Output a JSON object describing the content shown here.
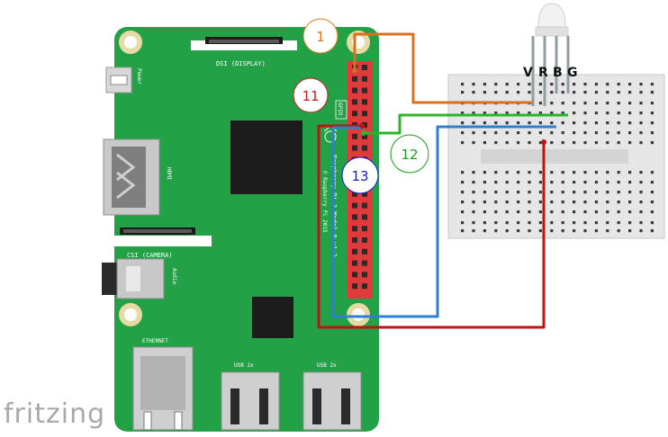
{
  "brand": "fritzing",
  "board": {
    "name": "Raspberry Pi 3 Model B v1.2",
    "copyright": "© Raspberry Pi 2015",
    "labels": {
      "dsi": "DSI (DISPLAY)",
      "csi": "CSI (CAMERA)",
      "power": "Power",
      "hdmi": "HDMI",
      "audio": "Audio",
      "ethernet": "ETHERNET",
      "usb_left": "USB 2x",
      "usb_right": "USB 2x",
      "gpio": "GPIO"
    },
    "colors": {
      "pcb": "#22a146",
      "header": "#e23a3a",
      "pin": "#2a2a2a"
    }
  },
  "led": {
    "pins": [
      "V",
      "R",
      "B",
      "G"
    ]
  },
  "pin_markers": [
    {
      "text": "1",
      "color": "#e07a1f"
    },
    {
      "text": "11",
      "color": "#d0181c"
    },
    {
      "text": "12",
      "color": "#1aa01a"
    },
    {
      "text": "13",
      "color": "#1a1ad0"
    }
  ],
  "wires": {
    "orange": "#d9701f",
    "red": "#bf1212",
    "green": "#2cb52c",
    "blue": "#2f7fd0"
  }
}
